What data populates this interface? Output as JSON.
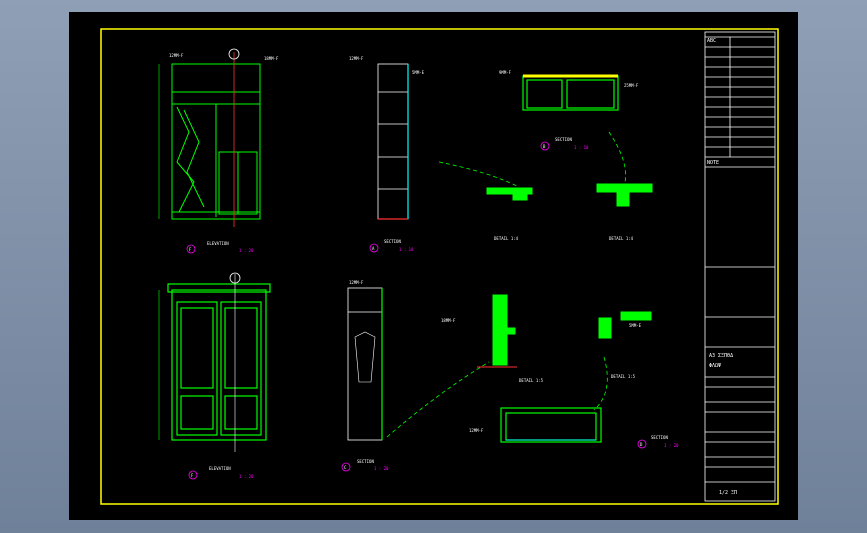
{
  "colors": {
    "border": "#ffff00",
    "frame": "#ffffff",
    "primary": "#00ff00",
    "label": "#ffffff",
    "accent": "#ff00ff",
    "cyan": "#00ffff",
    "red": "#ff3030"
  },
  "title_block": {
    "lines": [
      "ABC",
      "NOTE",
      "A3 ΣΞΠΘΔ",
      "ΦΛΩΨ",
      "1/2 ΞΠ"
    ]
  },
  "drawing_labels": [
    {
      "letter": "F",
      "caption": "ELEVATION",
      "scale": "1 : 20"
    },
    {
      "letter": "A",
      "caption": "SECTION",
      "scale": "1 : 10"
    },
    {
      "letter": "B",
      "caption": "SECTION",
      "scale": "1 : 10"
    },
    {
      "letter": "F",
      "caption": "ELEVATION",
      "scale": "1 : 20"
    },
    {
      "letter": "C",
      "caption": "SECTION",
      "scale": "1 : 20"
    },
    {
      "letter": "D",
      "caption": "SECTION",
      "scale": "1 : 20"
    }
  ],
  "detail_labels": [
    "DETAIL 1:4",
    "DETAIL 1:4",
    "DETAIL 1:5",
    "DETAIL 1:5"
  ],
  "annotation_texts": [
    "12MM-F",
    "18MM-F",
    "5MM-E",
    "9MM-F",
    "25MM-F"
  ]
}
